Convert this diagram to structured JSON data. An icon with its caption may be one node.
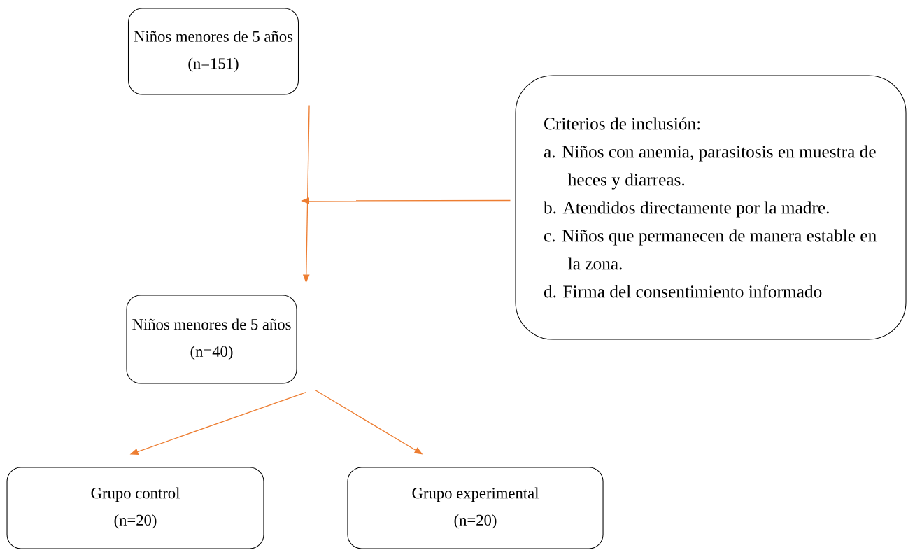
{
  "diagram": {
    "nodes": [
      {
        "text": [
          "Niños menores de 5 años",
          "(n=151)"
        ]
      },
      {
        "text": [
          "Criterios de inclusión:",
          "a. Niños con anemia, parasitosis en muestra de heces y diarreas.",
          "b. Atendidos directamente por la madre.",
          "c. Niños que permanecen de manera estable en la zona.",
          "d. Firma del consentimiento informado"
        ]
      },
      {
        "text": [
          "Niños menores de 5 años",
          "(n=40)"
        ]
      },
      {
        "text": [
          "Grupo control",
          "(n=20)"
        ]
      },
      {
        "text": [
          "Grupo experimental",
          "(n=20)"
        ]
      }
    ],
    "edges": [
      {
        "from": 0,
        "to": 2,
        "arrow": "to"
      },
      {
        "from": 1,
        "to": null,
        "arrow": "to"
      },
      {
        "from": 2,
        "to": 3,
        "arrow": "to"
      },
      {
        "from": 2,
        "to": 4,
        "arrow": "to"
      }
    ]
  }
}
